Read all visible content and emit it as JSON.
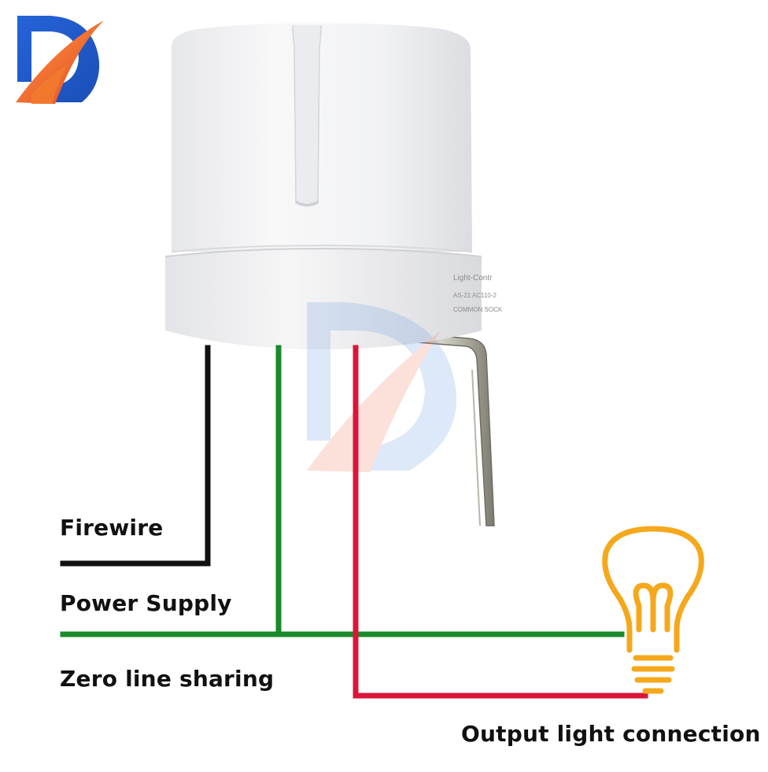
{
  "diagram": {
    "labels": {
      "firewire": "Firewire",
      "power_supply": "Power Supply",
      "zero_line": "Zero line sharing",
      "output": "Output light connection"
    },
    "sensor_text": [
      "Light-Contr",
      "AS-21 AC110-2",
      "COMMON SOCK"
    ],
    "wire_colors": {
      "black": "#111111",
      "green": "#1a8a2a",
      "red": "#d8163a"
    },
    "icons": {
      "logo": "brand-d-logo",
      "watermark": "brand-d-watermark",
      "bulb": "light-bulb-icon",
      "sensor": "photocell-sensor"
    },
    "colors": {
      "logo_blue": "#1f5bd1",
      "logo_orange": "#f06a2a",
      "bulb": "#f5a81c"
    }
  }
}
